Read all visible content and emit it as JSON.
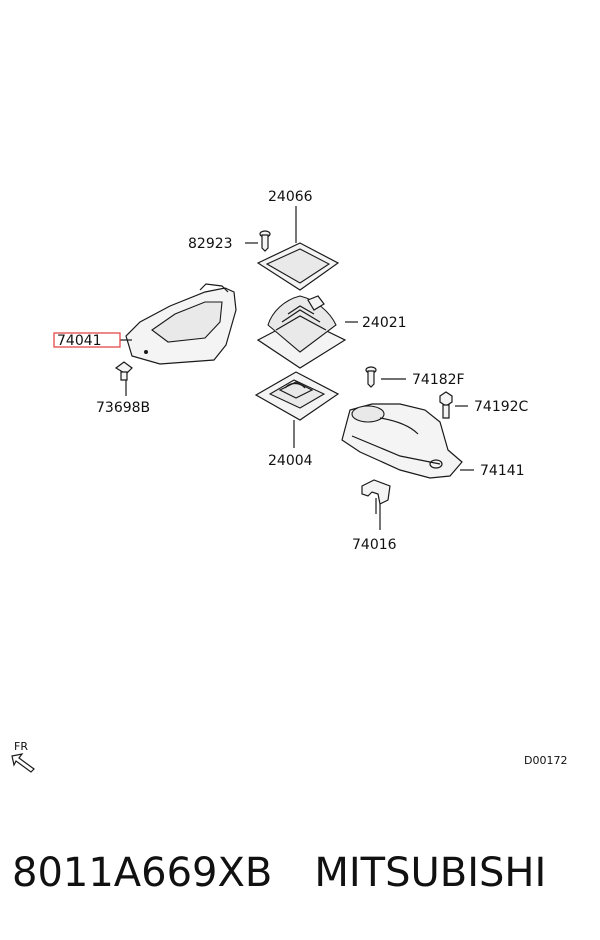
{
  "callouts": {
    "p24066": "24066",
    "p82923": "82923",
    "p24021": "24021",
    "p74041": "74041",
    "p73698B": "73698B",
    "p74182F": "74182F",
    "p74192C": "74192C",
    "p24004": "24004",
    "p74141": "74141",
    "p74016": "74016"
  },
  "fr_label": "FR",
  "diagram_code": "D00172",
  "footer": {
    "part_number": "8011A669XB",
    "brand": "MITSUBISHI"
  },
  "colors": {
    "highlight": "#e23b3b",
    "line": "#1a1a1a"
  },
  "icons": {
    "front_arrow": "arrow-front-icon"
  }
}
